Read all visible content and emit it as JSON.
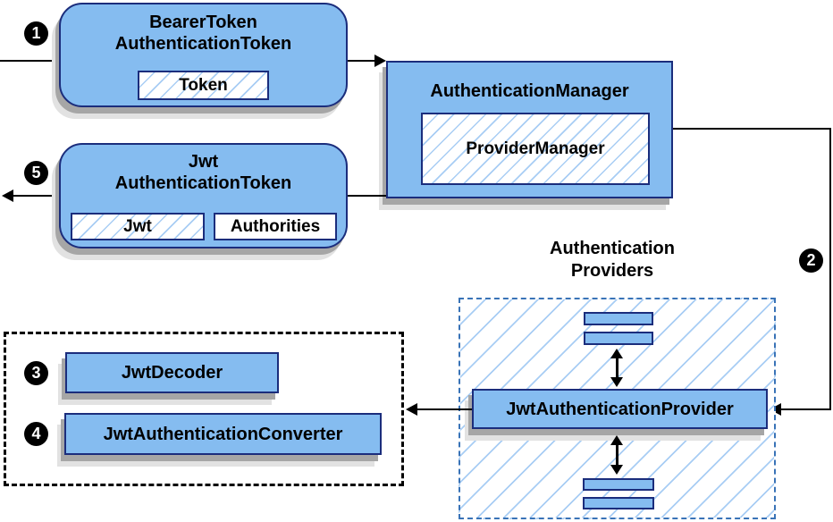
{
  "colors": {
    "node_fill": "#85BCF0",
    "node_border": "#1B2D7C",
    "hatch_line": "#A8CDF4",
    "providers_dash_border": "#3973B7",
    "decoder_dash_border": "#000000",
    "arrow": "#000000",
    "badge_bg": "#000000",
    "badge_text": "#FFFFFF"
  },
  "badges": [
    {
      "digit": "1"
    },
    {
      "digit": "2"
    },
    {
      "digit": "3"
    },
    {
      "digit": "4"
    },
    {
      "digit": "5"
    }
  ],
  "nodes": {
    "bearer_token": {
      "title_line1": "BearerToken",
      "title_line2": "AuthenticationToken",
      "chip": "Token"
    },
    "auth_manager": {
      "title": "AuthenticationManager",
      "chip": "ProviderManager"
    },
    "jwt_token": {
      "title_line1": "Jwt",
      "title_line2": "AuthenticationToken",
      "chip_jwt": "Jwt",
      "chip_authorities": "Authorities"
    },
    "providers_group": {
      "label_line1": "Authentication",
      "label_line2": "Providers"
    },
    "jwt_auth_provider": {
      "title": "JwtAuthenticationProvider"
    },
    "jwt_decoder": {
      "title": "JwtDecoder"
    },
    "jwt_auth_converter": {
      "title": "JwtAuthenticationConverter"
    }
  }
}
